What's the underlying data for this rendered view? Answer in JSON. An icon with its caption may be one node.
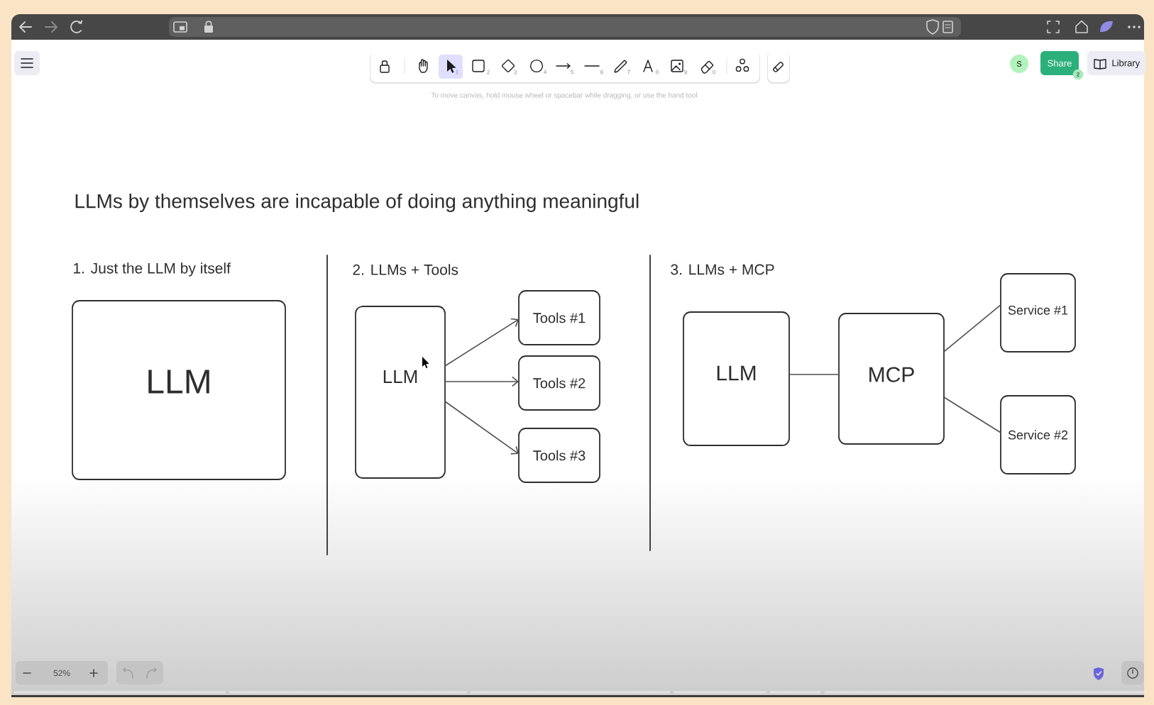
{
  "diagram": {
    "title": "LLMs by themselves are incapable of doing anything meaningful",
    "nodes": [
      {
        "text": [
          "LLM"
        ]
      },
      {
        "text": [
          "LLM"
        ]
      },
      {
        "text": [
          "Tools #1"
        ]
      },
      {
        "text": [
          "Tools #2"
        ]
      },
      {
        "text": [
          "Tools #3"
        ]
      },
      {
        "text": [
          "LLM"
        ]
      },
      {
        "text": [
          "MCP"
        ]
      },
      {
        "text": [
          "Service #1"
        ]
      },
      {
        "text": [
          "Service #2"
        ]
      }
    ],
    "edges": [
      {
        "from": 1,
        "to": 2,
        "arrow": "to"
      },
      {
        "from": 1,
        "to": 3,
        "arrow": "to"
      },
      {
        "from": 1,
        "to": 4,
        "arrow": "to"
      },
      {
        "from": 5,
        "to": 6,
        "arrow": "none"
      },
      {
        "from": 6,
        "to": 7,
        "arrow": "none"
      },
      {
        "from": 6,
        "to": 8,
        "arrow": "none"
      }
    ],
    "labels": [
      "1",
      "2",
      "3",
      "4",
      "5",
      "6",
      "7",
      "8",
      "9",
      "0",
      "S",
      "Share",
      "2",
      "Library",
      "To move canvas, hold mouse wheel or spacebar while dragging, or use the hand tool",
      "1. Just the LLM by itself",
      "2. LLMs + Tools",
      "3. LLMs + MCP",
      "52%"
    ]
  }
}
